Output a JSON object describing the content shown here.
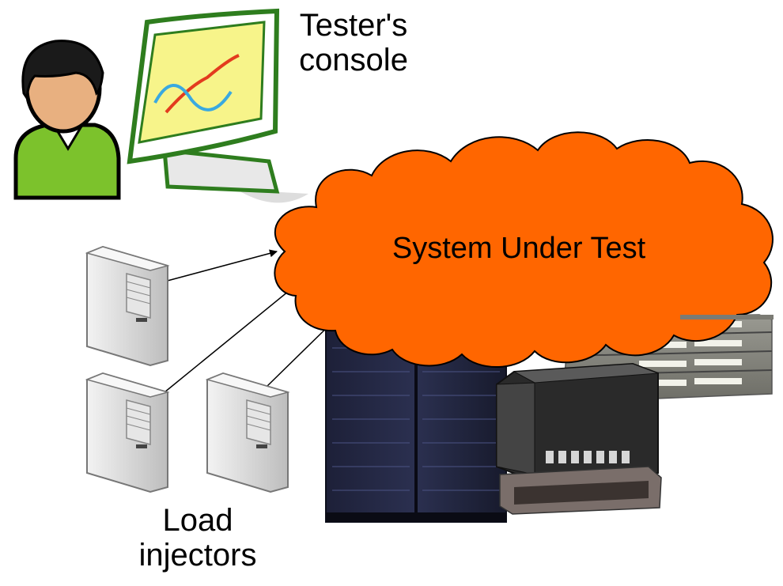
{
  "labels": {
    "console": [
      "Tester's",
      "console"
    ],
    "load": [
      "Load",
      "injectors"
    ],
    "sut": "System Under Test"
  },
  "colors": {
    "cloud_fill": "#ff6600",
    "cloud_stroke": "#000000",
    "monitor_frame": "#2e7d1e",
    "monitor_screen": "#f7f48a",
    "person_shirt": "#7cc22c",
    "person_skin": "#e8b080",
    "server_body": "#d8d8d8"
  },
  "icons": [
    "person-icon",
    "monitor-icon",
    "server-icon",
    "cloud-icon",
    "rack-icon",
    "switch-icon"
  ]
}
